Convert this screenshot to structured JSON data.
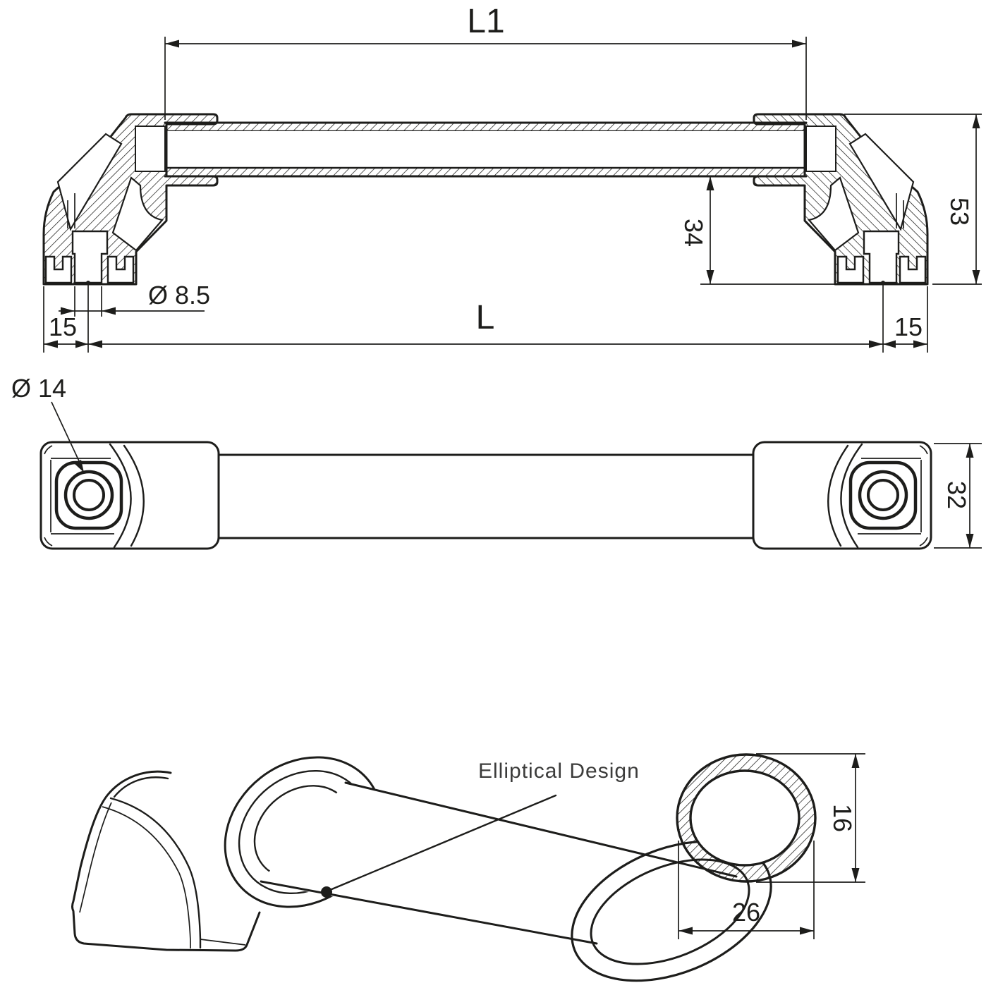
{
  "drawing": {
    "title": "Pull handle technical drawing",
    "colors": {
      "line": "#1d1d1b",
      "callout_text": "#3c3c3b",
      "background": "#ffffff"
    },
    "section_view": {
      "label_l1": "L1",
      "label_l": "L",
      "dim_height_total": "53",
      "dim_clearance": "34",
      "dim_hole": "Ø 8.5",
      "dim_foot_left": "15",
      "dim_foot_right": "15"
    },
    "front_view": {
      "dim_counterbore": "Ø 14",
      "dim_height": "32"
    },
    "detail_view": {
      "callout": "Elliptical Design",
      "dim_width": "26",
      "dim_height": "16"
    }
  }
}
